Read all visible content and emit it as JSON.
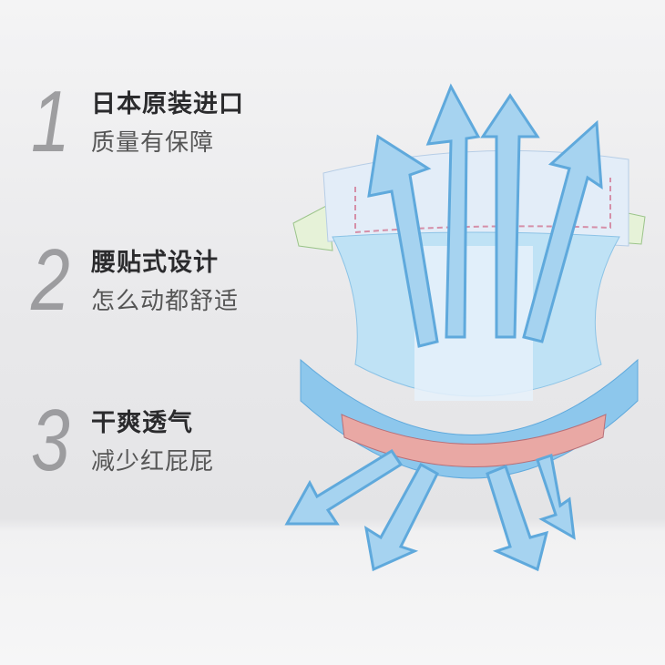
{
  "features": [
    {
      "number": "1",
      "title": "日本原装进口",
      "subtitle": "质量有保障"
    },
    {
      "number": "2",
      "title": "腰贴式设计",
      "subtitle": "怎么动都舒适"
    },
    {
      "number": "3",
      "title": "干爽透气",
      "subtitle": "减少红屁屁"
    }
  ],
  "colors": {
    "arrow": "#a6d3f0",
    "arrow_stroke": "#5fa9dc",
    "diaper": "#bfe2f5",
    "band": "#e9a8a4"
  }
}
